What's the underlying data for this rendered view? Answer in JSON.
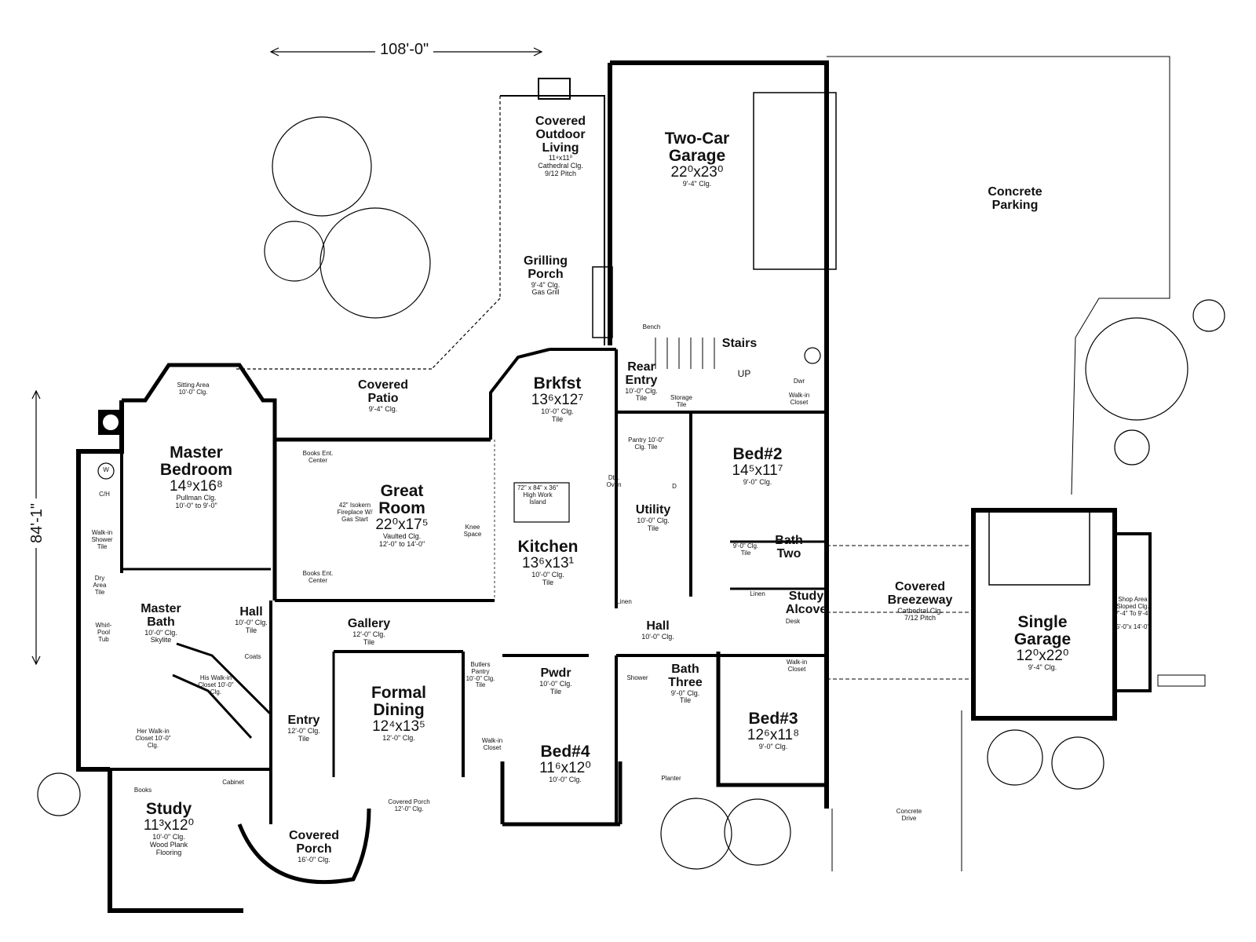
{
  "plan": {
    "overall": {
      "width": "108'-0\"",
      "depth": "84'-1\""
    },
    "rooms": {
      "covered_outdoor_living": {
        "name": "Covered Outdoor Living",
        "dim": "11⁸x11⁰",
        "note1": "Cathedral Clg.",
        "note2": "9/12 Pitch"
      },
      "two_car_garage": {
        "name": "Two-Car Garage",
        "dim": "22⁰x23⁰",
        "note1": "9'-4\" Clg."
      },
      "concrete_parking": {
        "name": "Concrete Parking"
      },
      "grilling_porch": {
        "name": "Grilling Porch",
        "note1": "9'-4\" Clg.",
        "note2": "Gas Grill"
      },
      "stairs": {
        "name": "Stairs",
        "up": "UP"
      },
      "brkfst": {
        "name": "Brkfst",
        "dim": "13⁶x12⁷",
        "note1": "10'-0\" Clg.",
        "note2": "Tile"
      },
      "rear_entry": {
        "name": "Rear Entry",
        "note1": "10'-0\" Clg.",
        "note2": "Tile"
      },
      "covered_patio": {
        "name": "Covered Patio",
        "note1": "9'-4\" Clg."
      },
      "master_bedroom": {
        "name": "Master Bedroom",
        "dim": "14⁹x16⁸",
        "note1": "Pullman Clg.",
        "note2": "10'-0\" to 9'-0\"",
        "sitting": "Sitting Area",
        "sitting_clg": "10'-0\" Clg."
      },
      "great_room": {
        "name": "Great Room",
        "dim": "22⁰x17⁵",
        "note1": "Vaulted Clg.",
        "note2": "12'-0\" to 14'-0\""
      },
      "kitchen": {
        "name": "Kitchen",
        "dim": "13⁶x13¹",
        "note1": "10'-0\" Clg.",
        "note2": "Tile"
      },
      "bed2": {
        "name": "Bed#2",
        "dim": "14⁵x11⁷",
        "note1": "9'-0\" Clg."
      },
      "utility": {
        "name": "Utility",
        "note1": "10'-0\" Clg.",
        "note2": "Tile"
      },
      "bath_two": {
        "name": "Bath Two",
        "note1": "9'-0\" Clg.",
        "note2": "Tile"
      },
      "study_alcove": {
        "name": "Study Alcove",
        "note1": "Desk"
      },
      "covered_breezeway": {
        "name": "Covered Breezeway",
        "note1": "Cathedral Clg.",
        "note2": "7/12 Pitch"
      },
      "single_garage": {
        "name": "Single Garage",
        "dim": "12⁰x22⁰",
        "note1": "9'-4\" Clg."
      },
      "shop_area": {
        "name": "Shop Area",
        "note1": "Sloped Clg.",
        "note2": "7'-4\" To 9'-4\"",
        "note3": "5'-0\"x 14'-0\""
      },
      "master_bath": {
        "name": "Master Bath",
        "note1": "10'-0\" Clg.",
        "note2": "Skylite"
      },
      "hall_west": {
        "name": "Hall",
        "note1": "10'-0\" Clg.",
        "note2": "Tile"
      },
      "gallery": {
        "name": "Gallery",
        "note1": "12'-0\" Clg.",
        "note2": "Tile"
      },
      "hall_center": {
        "name": "Hall",
        "note1": "10'-0\" Clg."
      },
      "formal_dining": {
        "name": "Formal Dining",
        "dim": "12⁴x13⁵",
        "note1": "12'-0\" Clg."
      },
      "entry": {
        "name": "Entry",
        "note1": "12'-0\" Clg.",
        "note2": "Tile"
      },
      "pwdr": {
        "name": "Pwdr",
        "note1": "10'-0\" Clg.",
        "note2": "Tile"
      },
      "bath_three": {
        "name": "Bath Three",
        "note1": "9'-0\" Clg.",
        "note2": "Tile"
      },
      "bed3": {
        "name": "Bed#3",
        "dim": "12⁶x11⁸",
        "note1": "9'-0\" Clg."
      },
      "bed4": {
        "name": "Bed#4",
        "dim": "11⁶x12⁰",
        "note1": "10'-0\" Clg."
      },
      "study": {
        "name": "Study",
        "dim": "11³x12⁰",
        "note1": "10'-0\" Clg.",
        "note2": "Wood Plank",
        "note3": "Flooring"
      },
      "covered_porch": {
        "name": "Covered Porch",
        "note1": "16'-0\" Clg."
      },
      "covered_porch_small": {
        "name": "Covered Porch",
        "note1": "12'-0\" Clg."
      },
      "concrete_drive": {
        "name": "Concrete Drive"
      }
    },
    "fixtures": {
      "books_ent_center_top": "Books Ent. Center",
      "books_ent_center_bottom": "Books Ent. Center",
      "fireplace": "42\" Isokern Fireplace W/ Gas Start",
      "island": "72\" x 84\" x 36\" High Work Island",
      "knee_space": "Knee Space",
      "pantry": "Pantry 10'-0\" Clg. Tile",
      "dbl_oven": "Dbl. Oven",
      "linen_kitchen": "Linen",
      "linen_bath": "Linen",
      "bench": "Bench",
      "storage": "Storage Tile",
      "walkin_closet_bed2": "Walk-in Closet",
      "walkin_closet_bed3": "Walk-in Closet",
      "walkin_closet_dining": "Walk-in Closet",
      "his_walkin": "His Walk-in Closet 10'-0\" Clg.",
      "her_walkin": "Her Walk-in Closet 10'-0\" Clg.",
      "walkin_shower": "Walk-in Shower Tile",
      "whirlpool": "Whirl- Pool Tub",
      "dry_area": "Dry Area Tile",
      "butlers_pantry": "Butlers Pantry 10'-0\" Clg. Tile",
      "coats": "Coats",
      "books_study": "Books",
      "cabinet": "Cabinet",
      "planter": "Planter",
      "shower": "Shower",
      "washer": "W",
      "dryer": "D",
      "ch": "C/H",
      "dwr": "Dwr"
    }
  }
}
